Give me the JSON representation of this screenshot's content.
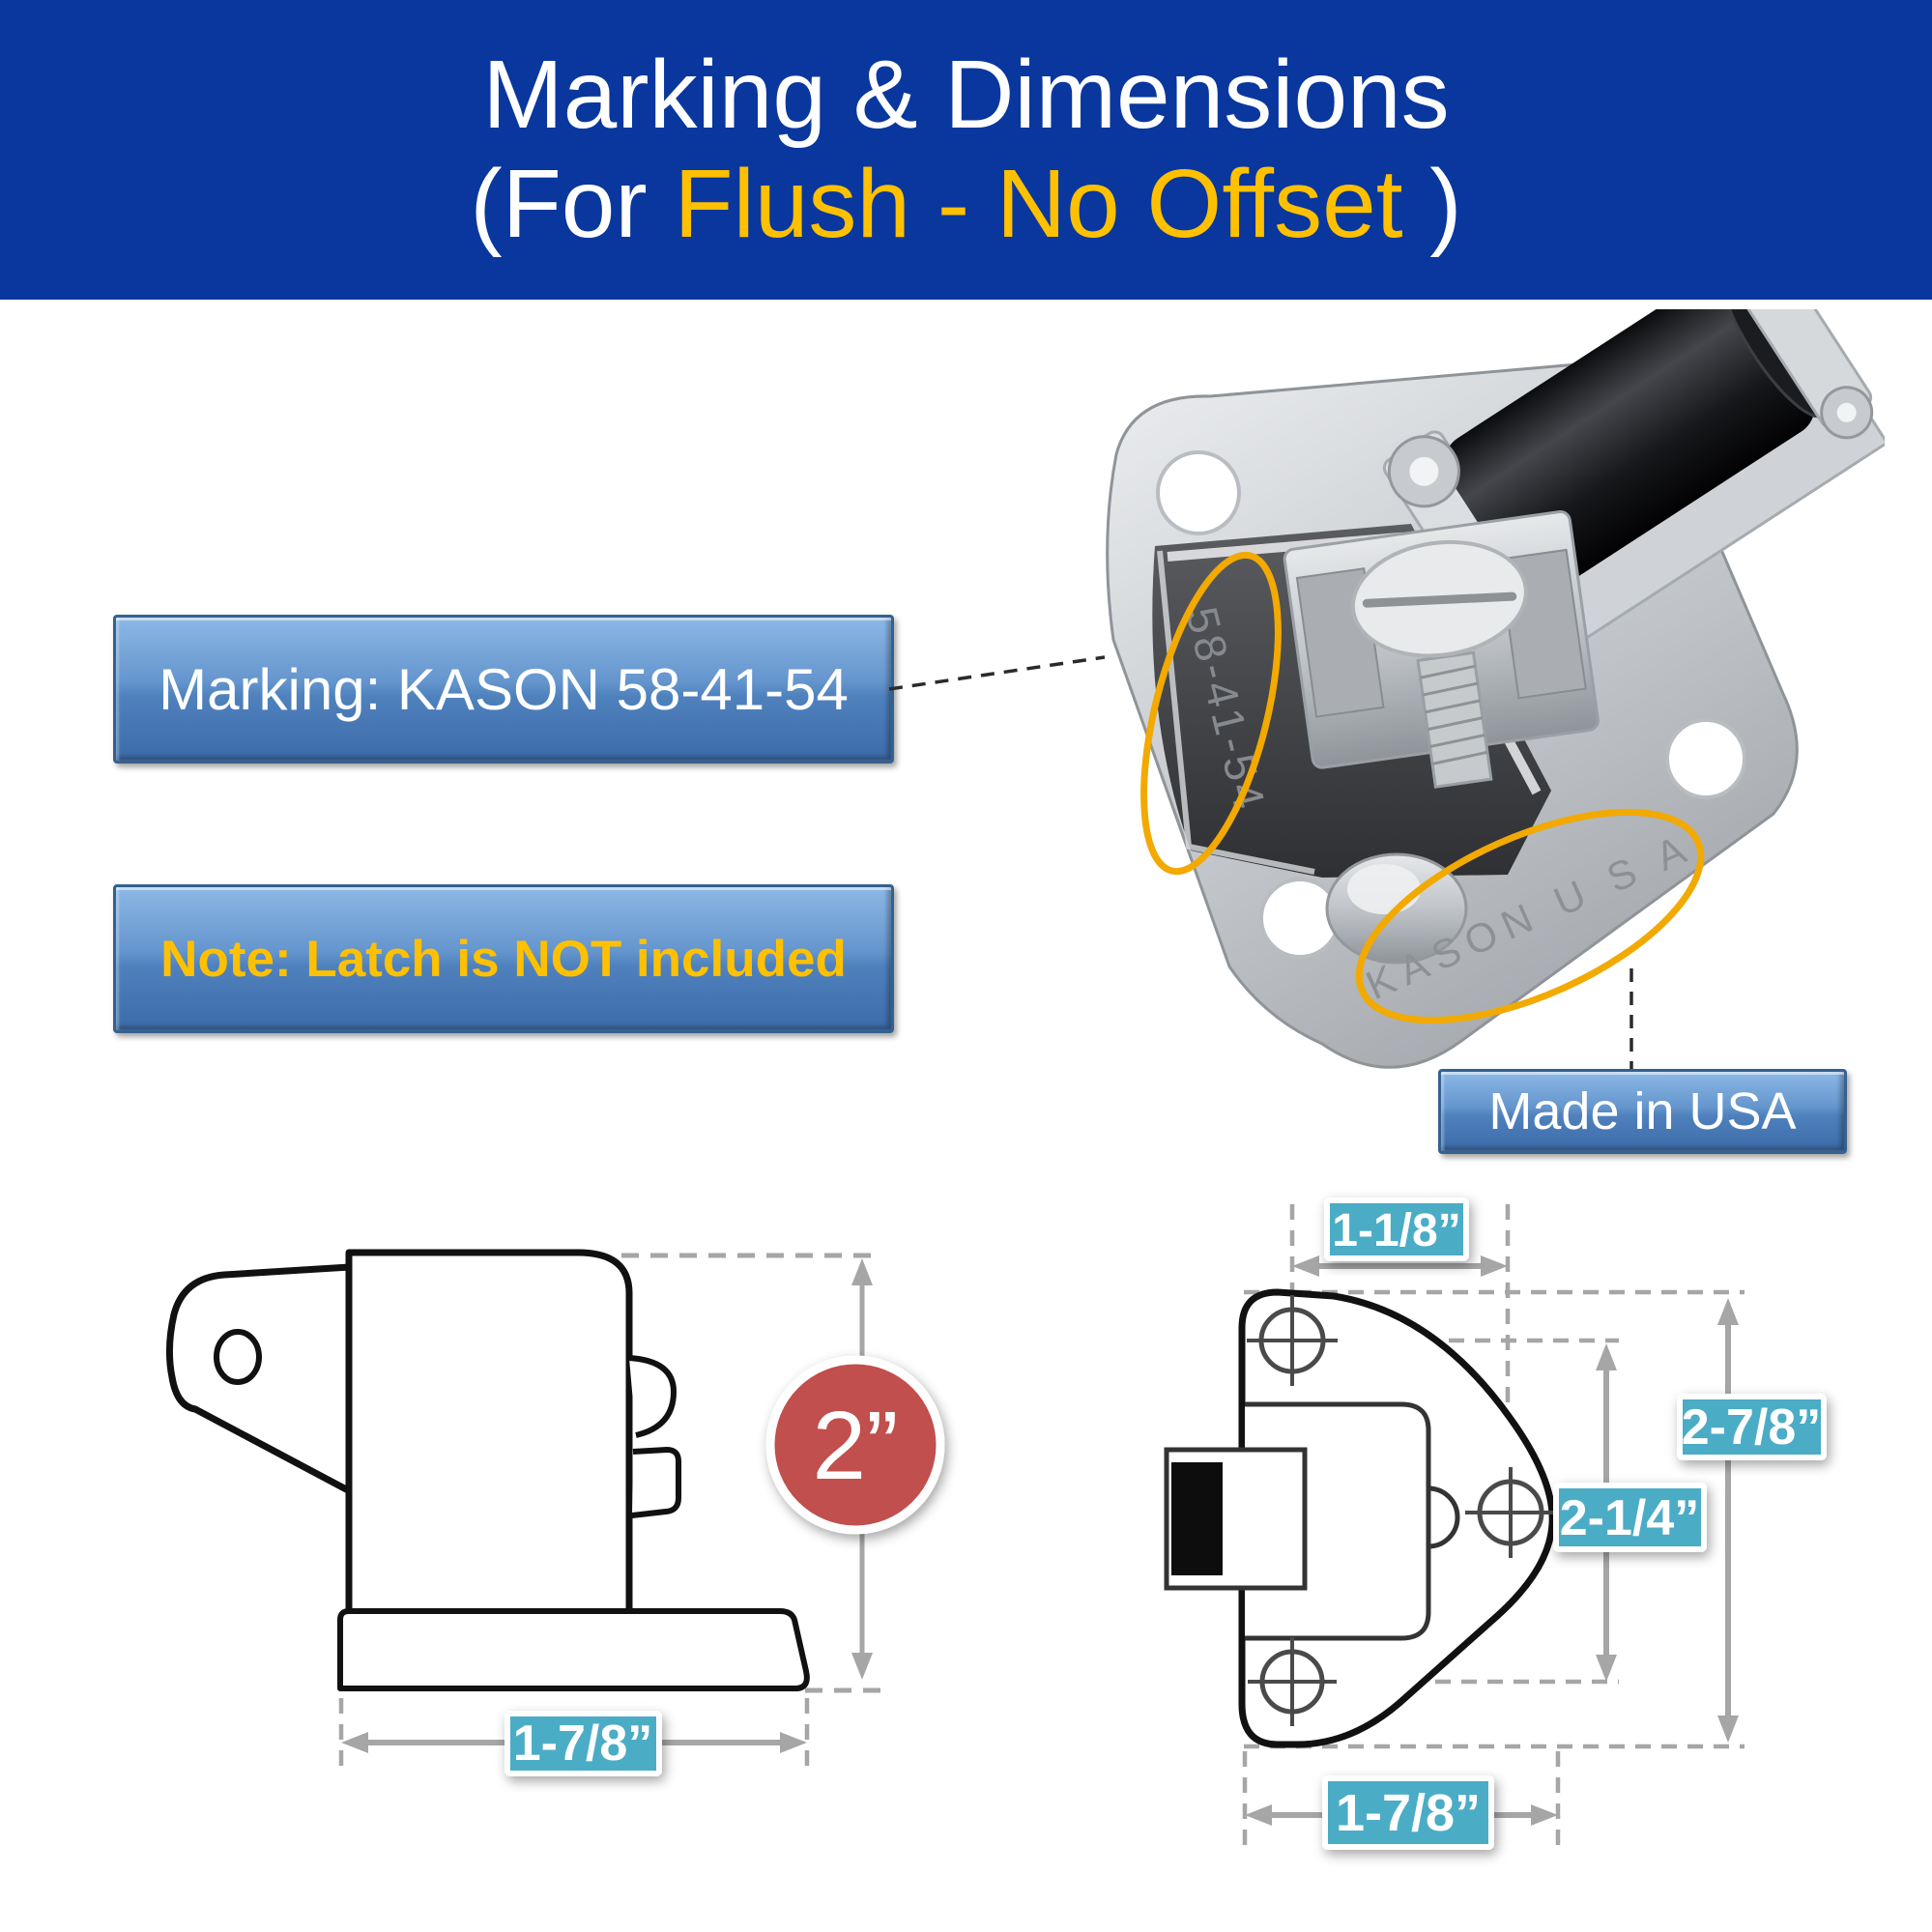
{
  "header": {
    "title": "Marking & Dimensions",
    "subtitle_prefix": "(For ",
    "subtitle_highlight": "Flush - No Offset",
    "subtitle_suffix": " )"
  },
  "callouts": {
    "marking_label": "Marking: KASON 58-41-54",
    "note_label": "Note: Latch is NOT included",
    "made_in_label": "Made in USA"
  },
  "photo": {
    "engraving_part_number": "58-41-54",
    "engraving_origin": "KASON U S A"
  },
  "side_view": {
    "height_label": "2”",
    "width_label": "1-7/8”"
  },
  "front_view": {
    "hole_spacing_width_label": "1-1/8”",
    "overall_height_label": "2-7/8”",
    "hole_spacing_height_label": "2-1/4”",
    "width_label": "1-7/8”"
  },
  "colors": {
    "header_bg": "#09379E",
    "accent_yellow": "#FFC000",
    "badge_teal": "#4BACC6",
    "dimension_red": "#C0504D",
    "dimension_gray": "#A6A6A6",
    "highlight_ellipse_yellow": "#F2A900"
  }
}
